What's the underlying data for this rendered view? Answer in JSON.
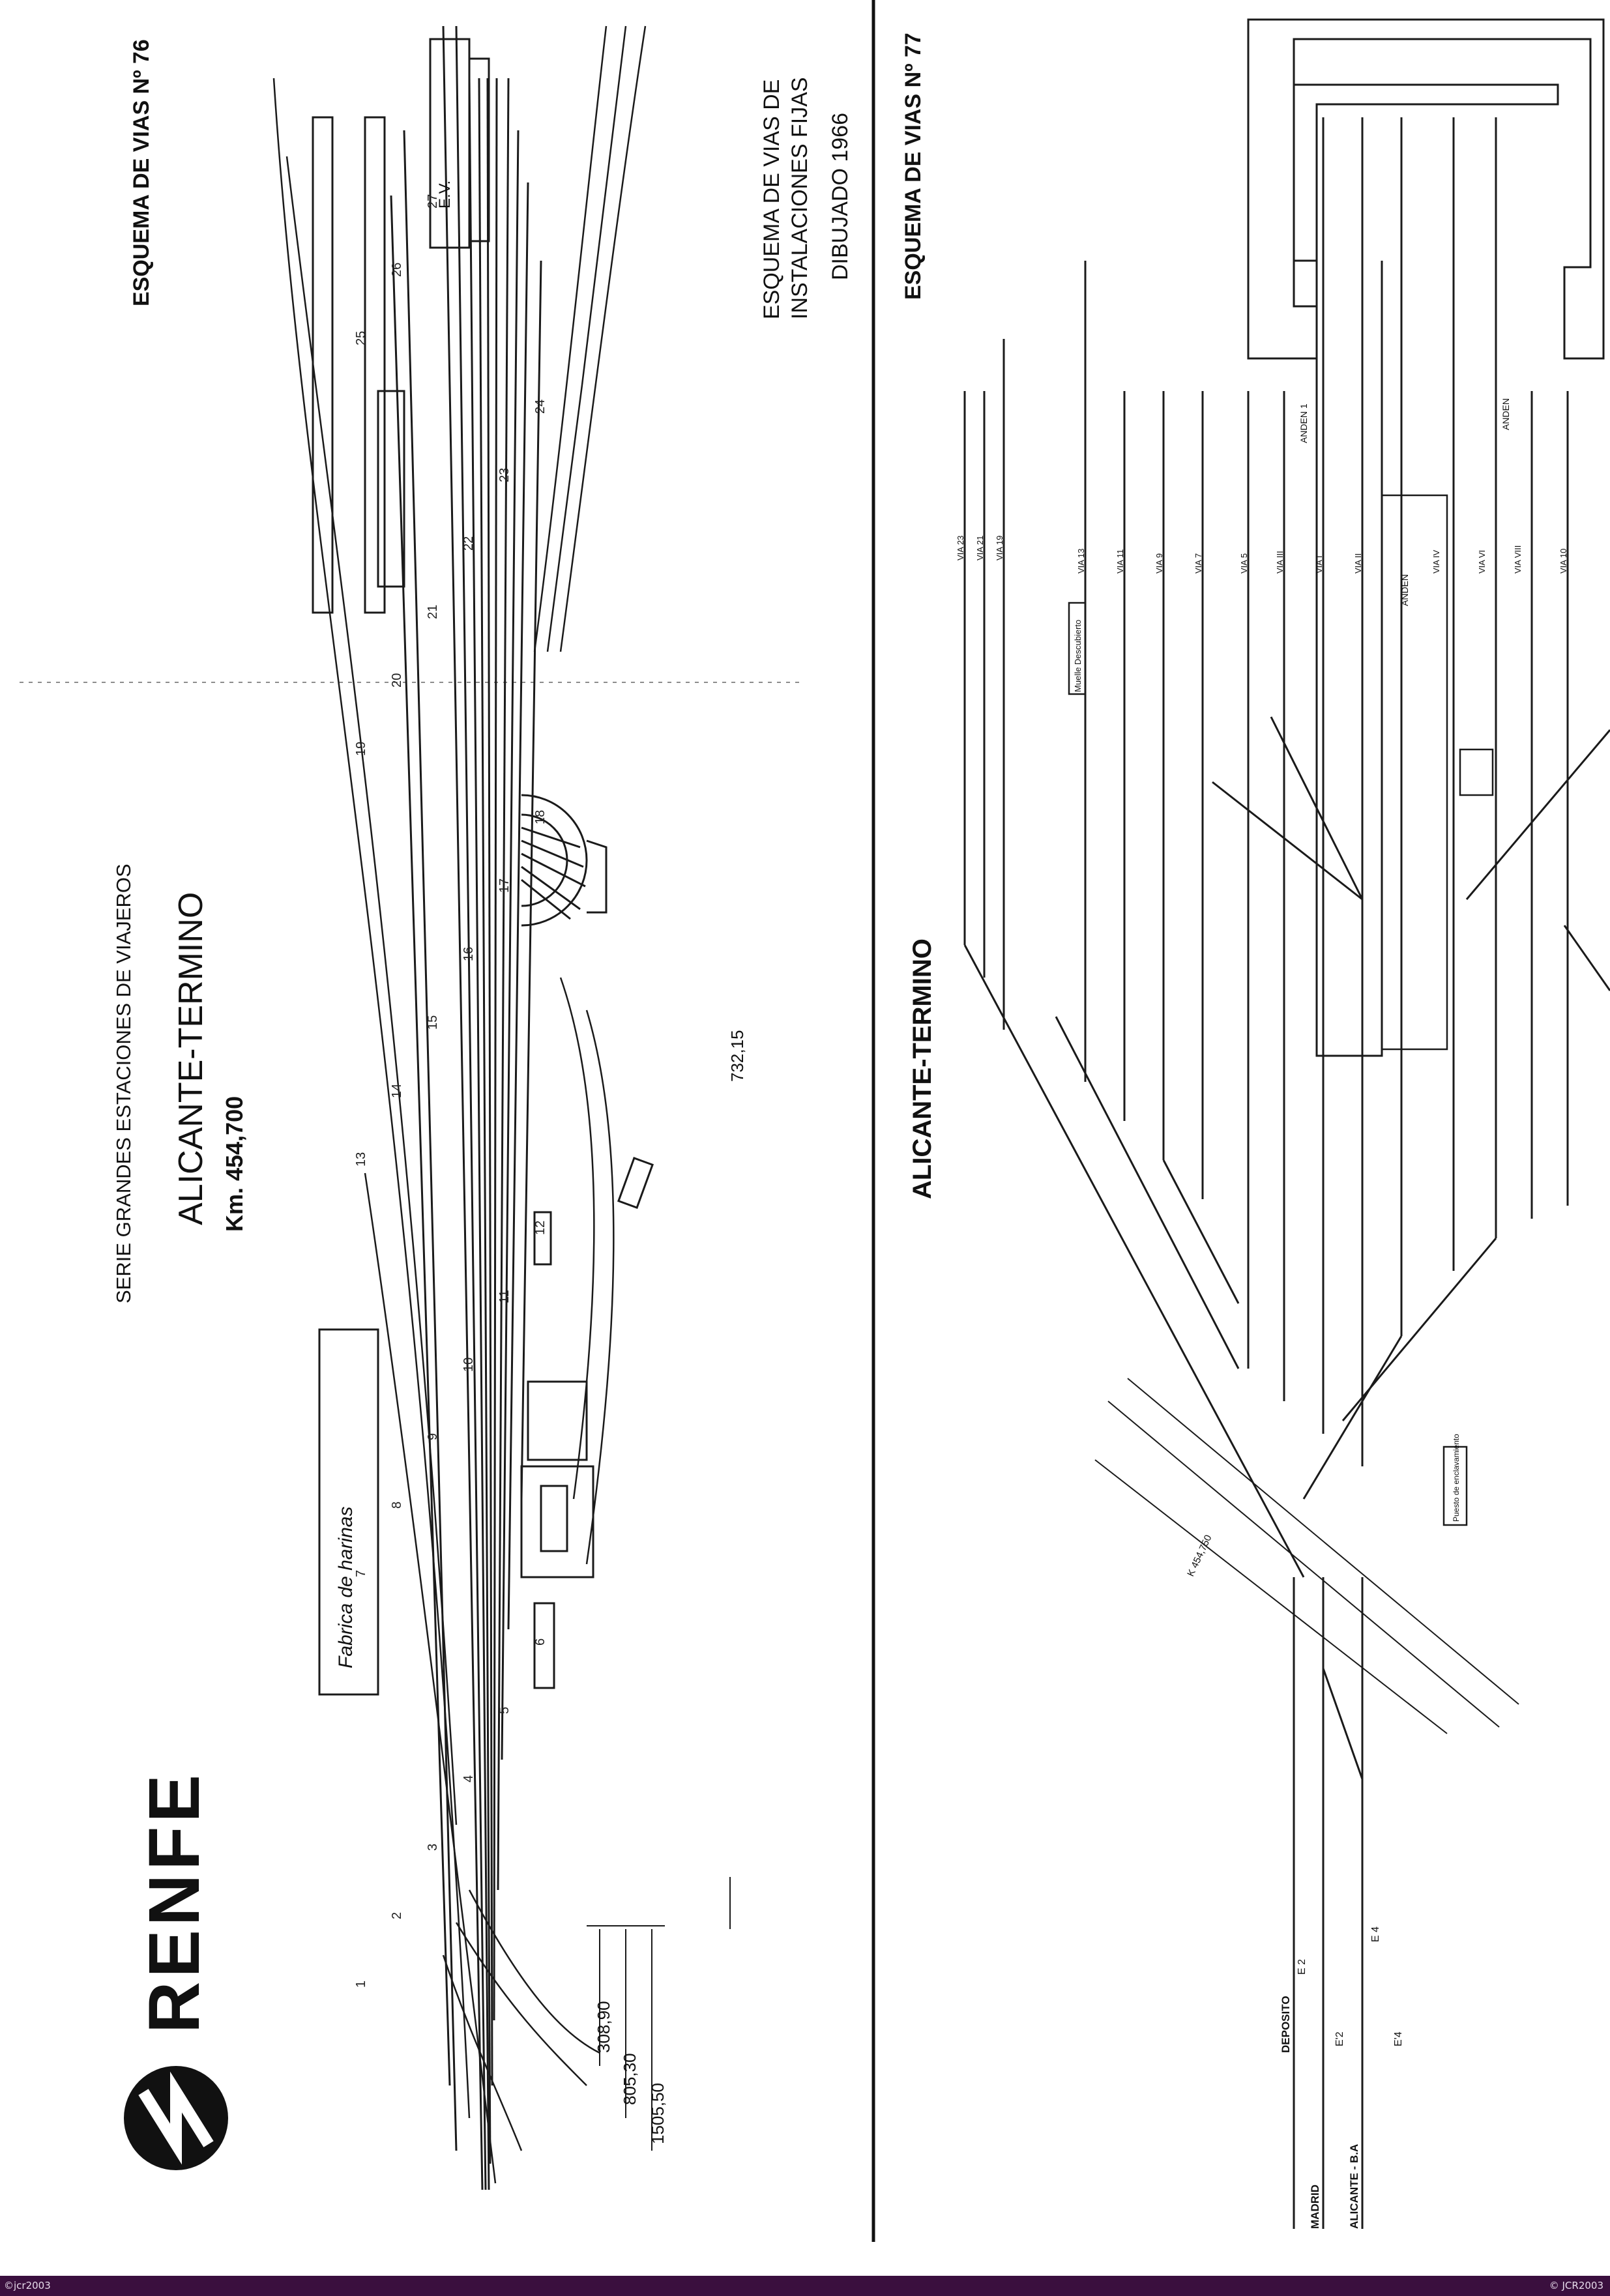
{
  "left_sheet": {
    "header_right": "ESQUEMA DE VIAS Nº 76",
    "series": "SERIE GRANDES ESTACIONES DE VIAJEROS",
    "station": "ALICANTE-TERMINO",
    "km": "Km. 454,700",
    "caption_line1": "ESQUEMA DE VIAS DE",
    "caption_line2": "INSTALACIONES FIJAS",
    "caption_line3": "DIBUJADO 1966",
    "factory_label": "Fabrica de harinas",
    "brand": "RENFE",
    "dims": [
      "308,90",
      "805,30",
      "1505,50"
    ],
    "mark_732": "732,15",
    "ev": "E.V.",
    "track_numbers": [
      "1",
      "2",
      "3",
      "4",
      "5",
      "6",
      "7",
      "8",
      "9",
      "10",
      "11",
      "12",
      "13",
      "14",
      "15",
      "16",
      "17",
      "18",
      "19",
      "20",
      "21",
      "22",
      "23",
      "24",
      "25",
      "26",
      "27"
    ]
  },
  "right_sheet": {
    "header": "ESQUEMA DE VIAS Nº 77",
    "station": "ALICANTE-TERMINO",
    "via_labels": [
      "VIA 23",
      "VIA 21",
      "VIA 19",
      "VIA 13",
      "VIA 11",
      "VIA 9",
      "VIA 7",
      "VIA 5",
      "VIA III",
      "VIA I",
      "VIA II",
      "VIA IV",
      "VIA VI",
      "VIA VIII",
      "VIA 10"
    ],
    "anden": [
      "ANDEN 1",
      "ANDEN",
      "ANDEN"
    ],
    "muelle": "Muelle Descubierto",
    "puesto": "Puesto de enclavamiento",
    "deposito": "DEPOSITO",
    "madrid": "MADRID",
    "alicante": "ALICANTE - B.A",
    "e2": "E 2",
    "e4": "E 4",
    "e2p": "E'2",
    "e4p": "E'4",
    "km_crossing": "K 454,750"
  },
  "footer": {
    "left": "©jcr2003",
    "right": "© JCR2003"
  }
}
